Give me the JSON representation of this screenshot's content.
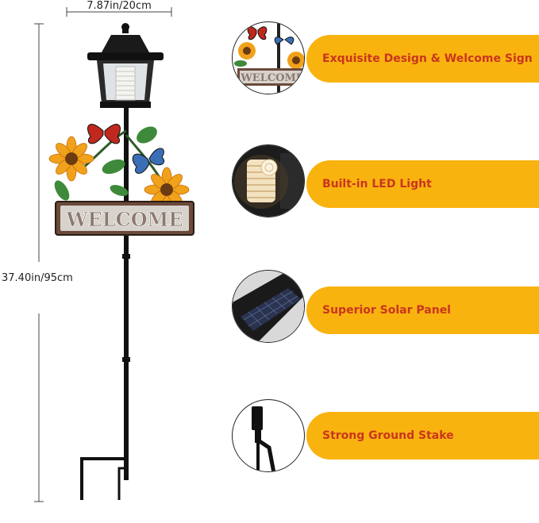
{
  "dimensions": {
    "width_label": "7.87in/20cm",
    "height_label": "37.40in/95cm"
  },
  "sign_text": "WELCOME",
  "features": [
    {
      "label": "Exquisite Design & Welcome Sign",
      "icon": "welcome-sign-closeup"
    },
    {
      "label": "Built-in LED Light",
      "icon": "led-light-closeup"
    },
    {
      "label": "Superior Solar Panel",
      "icon": "solar-panel-closeup"
    },
    {
      "label": "Strong Ground Stake",
      "icon": "ground-stake-closeup"
    }
  ],
  "colors": {
    "accent": "#f9b30f",
    "feature_text": "#c9361e"
  }
}
